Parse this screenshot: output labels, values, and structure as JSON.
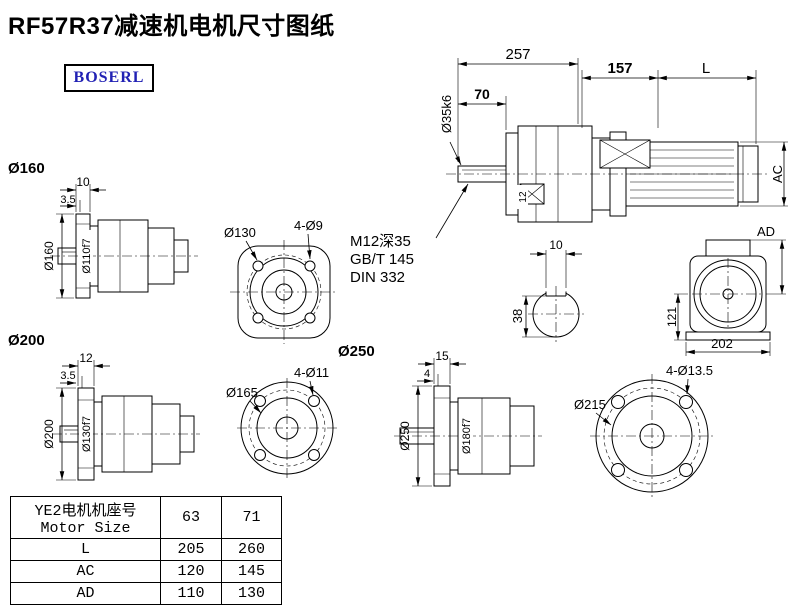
{
  "page": {
    "title": "RF57R37减速机电机尺寸图纸",
    "brand": "BOSERL"
  },
  "main_view": {
    "dim_overall": "257",
    "dim_gearbox": "157",
    "dim_motor": "L",
    "dim_shaft_len": "70",
    "dim_shaft_dia": "Ø35k6",
    "dim_motor_dia": "AC",
    "dim_flange_thk": "12"
  },
  "thread_note": {
    "line1": "M12深35",
    "line2": "GB/T 145",
    "line3": "DIN 332"
  },
  "flange160": {
    "label": "Ø160",
    "dim_a": "10",
    "dim_b": "3.5",
    "dim_outer": "Ø160",
    "dim_spigot": "Ø110f7"
  },
  "face130": {
    "bolt_circle": "Ø130",
    "holes": "4-Ø9"
  },
  "shaft_section": {
    "key_width": "10",
    "height": "38"
  },
  "rear_view": {
    "dim_ad": "AD",
    "dim_height": "121",
    "dim_width": "202"
  },
  "flange200": {
    "label": "Ø200",
    "dim_a": "12",
    "dim_b": "3.5",
    "dim_outer": "Ø200",
    "dim_spigot": "Ø130f7"
  },
  "face165": {
    "bolt_circle": "Ø165",
    "holes": "4-Ø11"
  },
  "flange250": {
    "label": "Ø250",
    "dim_a": "15",
    "dim_b": "4",
    "dim_outer": "Ø250",
    "dim_spigot": "Ø180f7"
  },
  "face215": {
    "bolt_circle": "Ø215",
    "holes": "4-Ø13.5"
  },
  "table": {
    "header_cn": "YE2电机机座号",
    "header_en": "Motor Size",
    "sizes": [
      "63",
      "71"
    ],
    "rows": [
      {
        "label": "L",
        "values": [
          "205",
          "260"
        ]
      },
      {
        "label": "AC",
        "values": [
          "120",
          "145"
        ]
      },
      {
        "label": "AD",
        "values": [
          "110",
          "130"
        ]
      }
    ]
  }
}
